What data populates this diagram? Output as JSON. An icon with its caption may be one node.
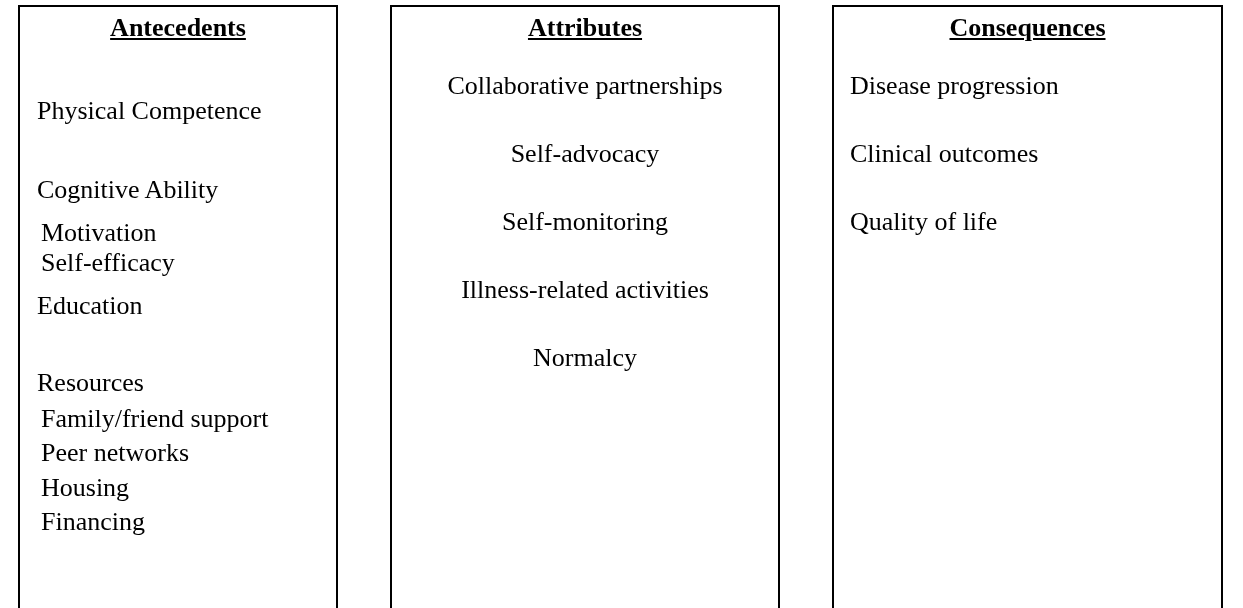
{
  "diagram": {
    "nodes": [
      {
        "text": [
          "Antecedents",
          "Physical Competence",
          "Cognitive Ability",
          "Motivation",
          "Self-efficacy",
          "Education",
          "Resources",
          "Family/friend support",
          "Peer networks",
          "Housing",
          "Financing"
        ]
      },
      {
        "text": [
          "Attributes",
          "Collaborative partnerships",
          "Self-advocacy",
          "Self-monitoring",
          "Illness-related activities",
          "Normalcy"
        ]
      },
      {
        "text": [
          "Consequences",
          "Disease progression",
          "Clinical outcomes",
          "Quality of life"
        ]
      }
    ]
  }
}
